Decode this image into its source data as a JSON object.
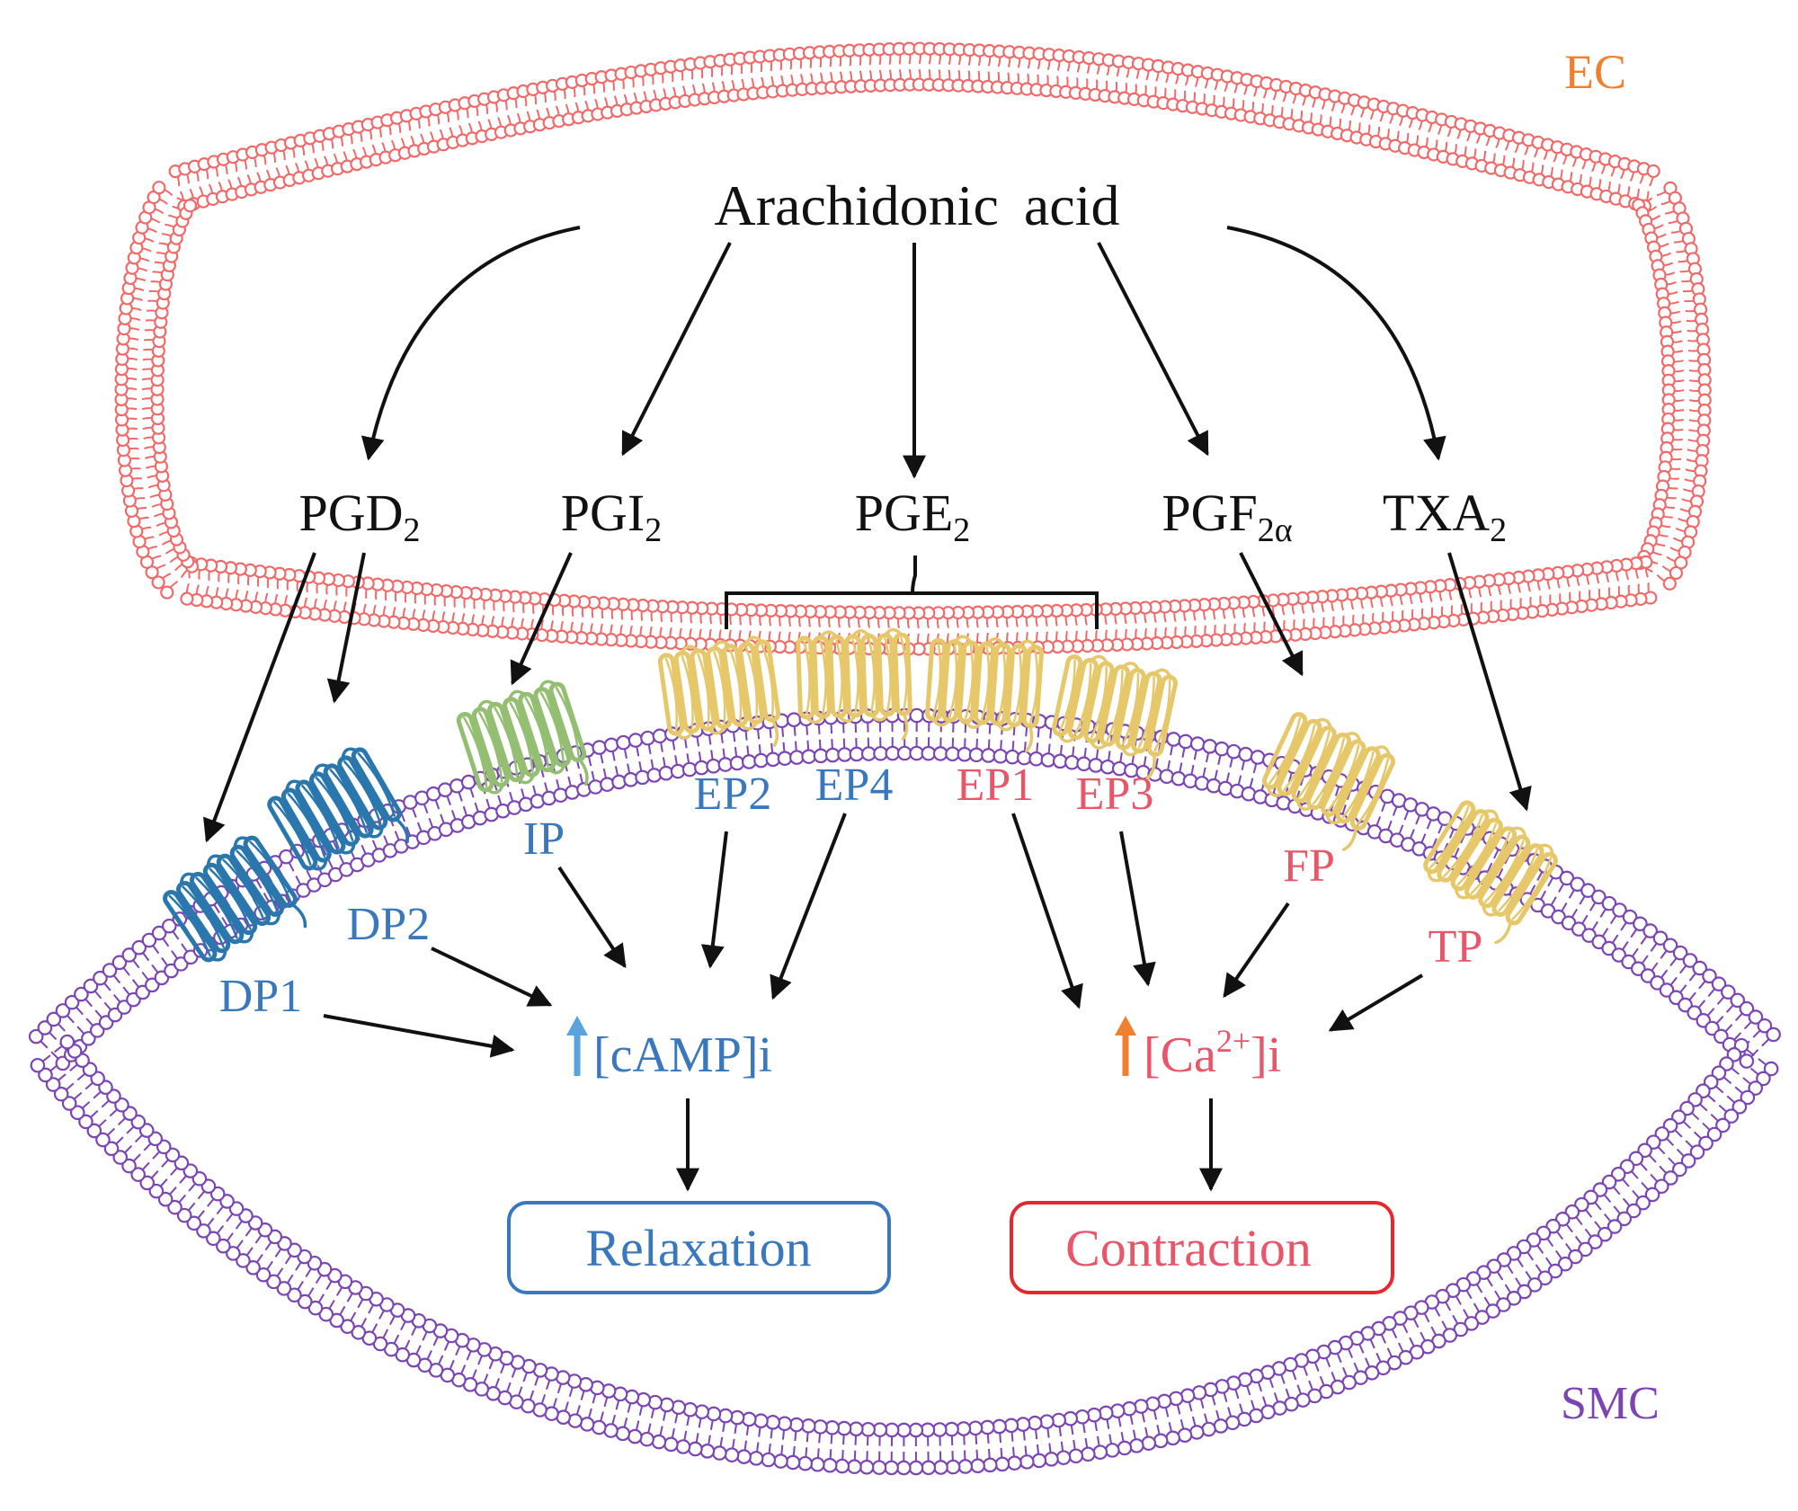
{
  "colors": {
    "ec_membrane": "#f06a6a",
    "smc_membrane": "#7b45b4",
    "relax_blue": "#3a78bd",
    "contract_red": "#e8566a",
    "contract_box_red": "#e8262e",
    "up_arrow_blue": "#5aa3dc",
    "up_arrow_orange": "#f08030",
    "ec_label": "#f08030",
    "receptor_dp": "#2a77ad",
    "receptor_ip": "#94bf72",
    "receptor_yellow": "#e6c86a",
    "arrow": "#111111"
  },
  "cells": {
    "ec": "EC",
    "smc": "SMC"
  },
  "precursor": "Arachidonic acid",
  "prostanoids": {
    "pgd2": {
      "base": "PGD",
      "sub": "2"
    },
    "pgi2": {
      "base": "PGI",
      "sub": "2"
    },
    "pge2": {
      "base": "PGE",
      "sub": "2"
    },
    "pgf2a": {
      "base": "PGF",
      "sub": "2α"
    },
    "txa2": {
      "base": "TXA",
      "sub": "2"
    }
  },
  "receptors": {
    "dp1": "DP1",
    "dp2": "DP2",
    "ip": "IP",
    "ep2": "EP2",
    "ep4": "EP4",
    "ep1": "EP1",
    "ep3": "EP3",
    "fp": "FP",
    "tp": "TP"
  },
  "second_messengers": {
    "camp": "[cAMP]i",
    "ca_open": "[Ca",
    "ca_sup": "2+",
    "ca_close": "]i"
  },
  "outcomes": {
    "relaxation": "Relaxation",
    "contraction": "Contraction"
  }
}
